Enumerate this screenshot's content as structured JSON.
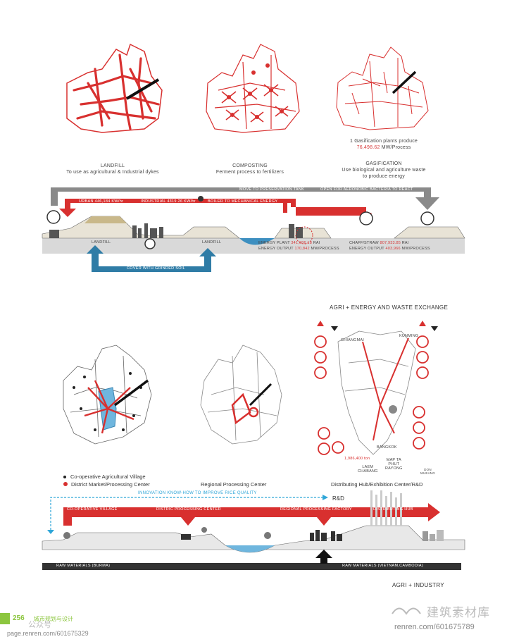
{
  "top_maps": [
    {
      "title": "LANDFILL",
      "desc": [
        "To use as agricultural & Industrial dykes"
      ]
    },
    {
      "title": "COMPOSTING",
      "desc": [
        "Ferment process to fertilizers"
      ]
    },
    {
      "title": "GASIFICATION",
      "desc": [
        "Use biological and agriculture waste",
        "to produce energy"
      ]
    }
  ],
  "gasification_note": {
    "line1": "1 Gasification plants produce",
    "value": "76,498.62",
    "unit": "MW/Process"
  },
  "top_section": {
    "arrow_top_left": "MOVE TO PRESERVATION TANK",
    "arrow_top_right": "OPEN FOR AERONOBIC BACTERIA TO REACT",
    "urban_label": "URBAN",
    "urban_value": "446,184",
    "urban_unit": "KW/hr",
    "industrial_label": "INDUSTRIAL",
    "industrial_value": "4319.26",
    "industrial_unit": "KW/hr",
    "boiler_label": "BOILER TO MECHANICAL ENERGY",
    "landfill_1": "LANDFILL",
    "landfill_2": "LANDFILL",
    "cover_label": "COVER WITH GRINDED SOIL",
    "energy_plant_label": "ENERGY PLANT",
    "energy_plant_value": "341,686.18",
    "energy_plant_unit": "RAI",
    "energy_output_label": "ENERGY OUTPUT",
    "energy_output_value": "170,842",
    "energy_output_unit": "MW/PROCESS",
    "chaff_label": "CHAFF/STRAW",
    "chaff_value": "807,933.85",
    "chaff_unit": "RAI",
    "energy_output2_label": "ENERGY OUTPUT",
    "energy_output2_value": "403,966",
    "energy_output2_unit": "MW/PROCESS"
  },
  "exchange_title": "AGRI + ENERGY AND WASTE EXCHANGE",
  "bottom_maps": {
    "legend_village": "Co-operative Agricultural Village",
    "legend_market": "District Market/Processing Center",
    "regional_caption": "Regional Processing Center",
    "hub_caption": "Distributing Hub/Exhibition Center/R&D",
    "places": {
      "chiangmai": "CHIANGMAI",
      "kunming": "KUNMING",
      "bangkok": "BANGKOK",
      "map_ta_phut": "MAP TA\nPHUT\nRAYONG",
      "laem_chabang": "LAEM\nCHABANG",
      "don_mueang": "DON\nMUEANG",
      "ton": "1,986,400 ton"
    }
  },
  "bottom_section": {
    "innovation_label": "INNOVATION KNOW-HOW TO IMPROVE RICE QUALITY",
    "rd_label": "R&D",
    "stage_1": "CO-OPERATIVE VILLAGE",
    "stage_2": "DISTRIC PROCESSING CENTER",
    "stage_3": "REGIONAL PROCESSING FACTORY",
    "stage_4": "DISTRIBUTING HUB",
    "raw_left": "RAW MATERIALS (BURMA)",
    "raw_right": "RAW MATERIALS (VIETNAM,CAMBODIA)",
    "agri_industry": "AGRI + INDUSTRY"
  },
  "footer": {
    "page_num": "256",
    "section": "城市规划与设计",
    "watermark_left": "公众号",
    "watermark_url_left": "page.renren.com/601675329",
    "watermark_brand": "建筑素材库",
    "watermark_url_right": "renren.com/601675789"
  },
  "colors": {
    "accent_red": "#d8302f",
    "blue": "#2f7ca6",
    "gray_band": "#d9d9d9",
    "dark_band": "#333333",
    "green": "#8cc63f"
  }
}
